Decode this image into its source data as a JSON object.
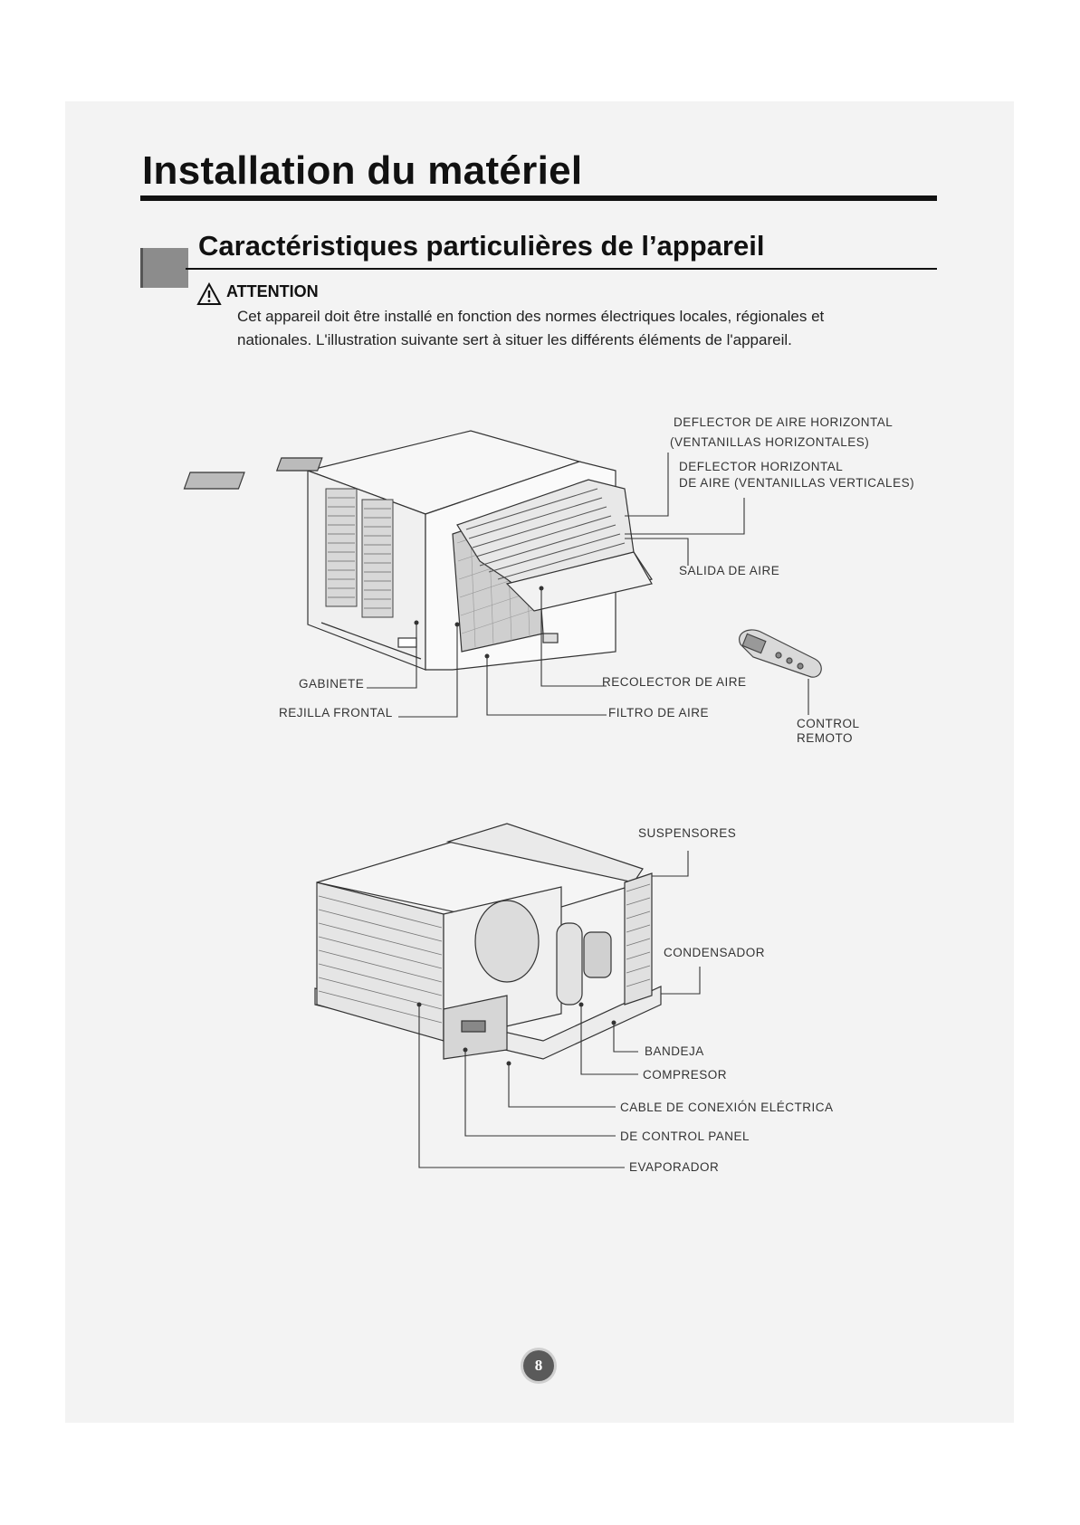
{
  "page": {
    "title": "Installation du matériel",
    "section_title": "Caractéristiques particulières de l’appareil",
    "attention_label": "ATTENTION",
    "body_line1": "Cet appareil doit être installé en fonction des normes électriques locales, régionales et",
    "body_line2": "nationales.  L'illustration suivante sert à situer les différents éléments de l'appareil.",
    "page_number": "8"
  },
  "diagram1": {
    "labels": {
      "deflector_h_1": "DEFLECTOR DE AIRE HORIZONTAL",
      "deflector_h_2": "(VENTANILLAS HORIZONTALES)",
      "deflector_v_1": "DEFLECTOR HORIZONTAL",
      "deflector_v_2": "DE AIRE (VENTANILLAS VERTICALES)",
      "salida": "SALIDA DE AIRE",
      "recolector": "RECOLECTOR  DE AIRE",
      "filtro": "FILTRO DE  AIRE",
      "gabinete": "GABINETE",
      "rejilla": "REJILLA FRONTAL",
      "control_1": "CONTROL",
      "control_2": "REMOTO"
    }
  },
  "diagram2": {
    "labels": {
      "suspensores": "SUSPENSORES",
      "condensador": "CONDENSADOR",
      "bandeja": "BANDEJA",
      "compresor": "COMPRESOR",
      "cable": "CABLE DE CONEXIÓN ELÉCTRICA",
      "panel": "DE CONTROL  PANEL",
      "evaporador": "EVAPORADOR"
    }
  }
}
